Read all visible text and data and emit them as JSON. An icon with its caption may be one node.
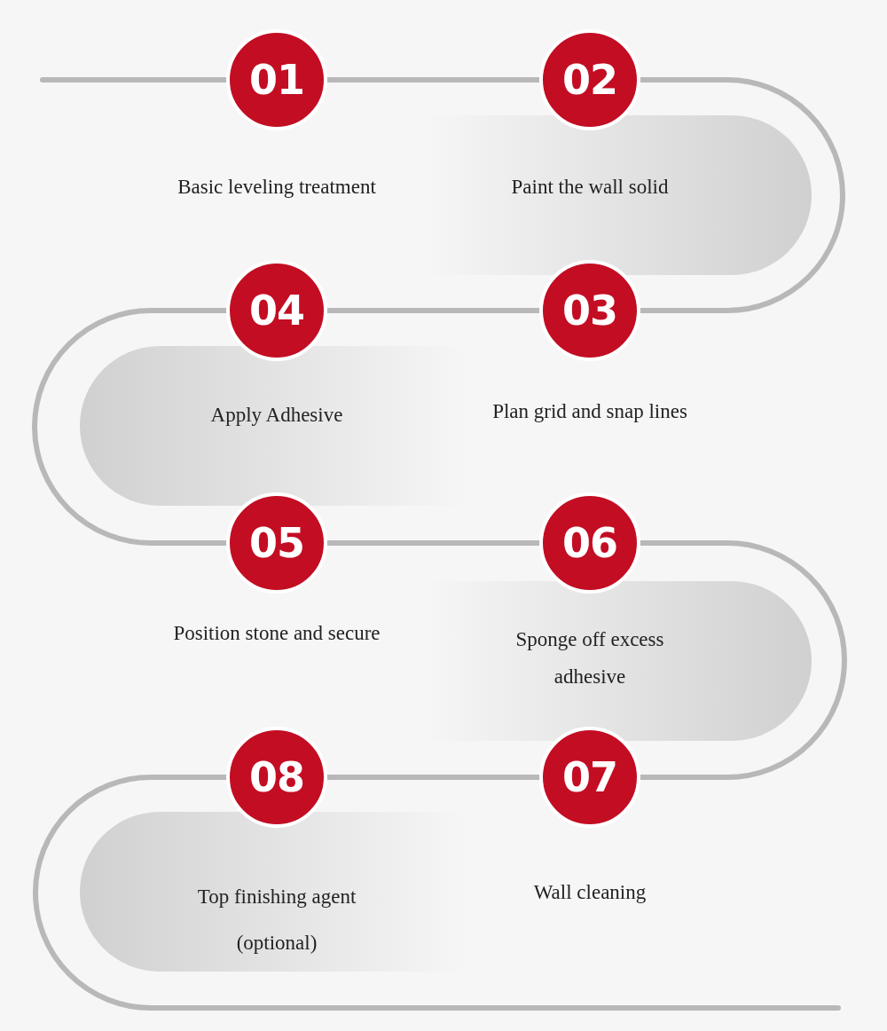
{
  "diagram": {
    "nodes": [
      {
        "text": [
          "01"
        ],
        "beside": [
          "Basic leveling treatment"
        ]
      },
      {
        "text": [
          "02"
        ],
        "beside": [
          "Paint the wall solid"
        ]
      },
      {
        "text": [
          "03"
        ],
        "beside": [
          "Plan grid and snap lines"
        ]
      },
      {
        "text": [
          "04"
        ],
        "beside": [
          "Apply Adhesive"
        ]
      },
      {
        "text": [
          "05"
        ],
        "beside": [
          "Position stone and secure"
        ]
      },
      {
        "text": [
          "06"
        ],
        "beside": [
          "Sponge off excess adhesive"
        ]
      },
      {
        "text": [
          "07"
        ],
        "beside": [
          "Wall cleaning"
        ]
      },
      {
        "text": [
          "08"
        ],
        "beside": [
          "Top finishing agent (optional)"
        ]
      }
    ],
    "edges": [
      {
        "from": null,
        "to": 0,
        "arrow": "none"
      },
      {
        "from": 0,
        "to": 1,
        "arrow": "none"
      },
      {
        "from": 1,
        "to": 2,
        "arrow": "none"
      },
      {
        "from": 2,
        "to": 3,
        "arrow": "none"
      },
      {
        "from": 3,
        "to": 4,
        "arrow": "none"
      },
      {
        "from": 4,
        "to": 5,
        "arrow": "none"
      },
      {
        "from": 5,
        "to": 6,
        "arrow": "none"
      },
      {
        "from": 6,
        "to": 7,
        "arrow": "none"
      },
      {
        "from": 7,
        "to": null,
        "arrow": "none"
      }
    ]
  }
}
